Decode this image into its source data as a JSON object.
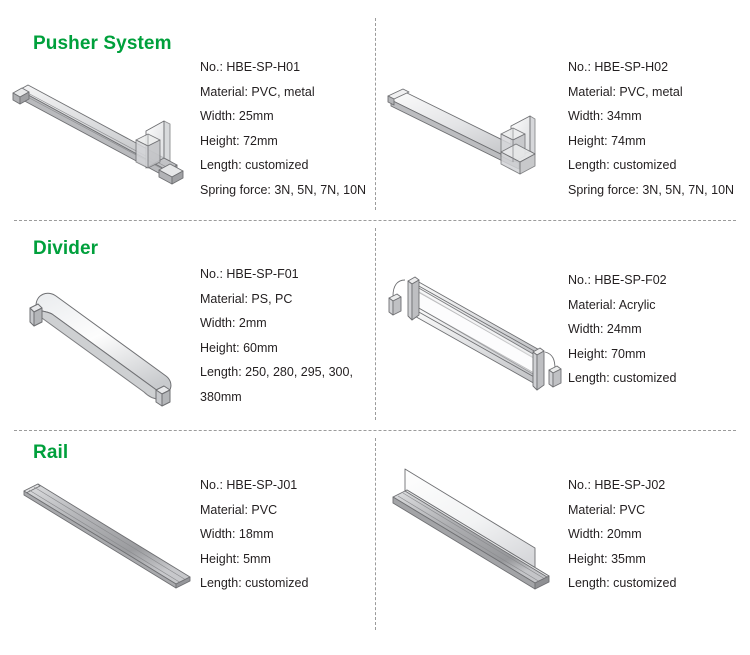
{
  "page": {
    "accent_color": "#00a03c",
    "text_color": "#231f20",
    "divider_color": "#9b9b9b",
    "background": "#ffffff"
  },
  "sections": [
    {
      "title": "Pusher System",
      "products": [
        {
          "no": "No.: HBE-SP-H01",
          "material": "Material: PVC, metal",
          "width": "Width: 25mm",
          "height": "Height: 72mm",
          "length": "Length: customized",
          "spring": "Spring force: 3N, 5N, 7N, 10N",
          "figure": "pusher-track-h01"
        },
        {
          "no": "No.: HBE-SP-H02",
          "material": "Material: PVC, metal",
          "width": "Width: 34mm",
          "height": "Height: 74mm",
          "length": "Length: customized",
          "spring": "Spring force: 3N, 5N, 7N, 10N",
          "figure": "pusher-track-h02"
        }
      ]
    },
    {
      "title": "Divider",
      "products": [
        {
          "no": "No.: HBE-SP-F01",
          "material": "Material: PS, PC",
          "width": "Width: 2mm",
          "height": "Height: 60mm",
          "length": "Length: 250, 280, 295, 300, 380mm",
          "figure": "divider-panel-f01"
        },
        {
          "no": "No.: HBE-SP-F02",
          "material": "Material: Acrylic",
          "width": "Width: 24mm",
          "height": "Height: 70mm",
          "length": "Length: customized",
          "figure": "divider-frame-f02"
        }
      ]
    },
    {
      "title": "Rail",
      "products": [
        {
          "no": "No.: HBE-SP-J01",
          "material": "Material: PVC",
          "width": "Width: 18mm",
          "height": "Height: 5mm",
          "length": "Length: customized",
          "figure": "flat-rail-j01"
        },
        {
          "no": "No.: HBE-SP-J02",
          "material": "Material: PVC",
          "width": "Width: 20mm",
          "height": "Height: 35mm",
          "length": "Length: customized",
          "figure": "l-profile-rail-j02"
        }
      ]
    }
  ]
}
